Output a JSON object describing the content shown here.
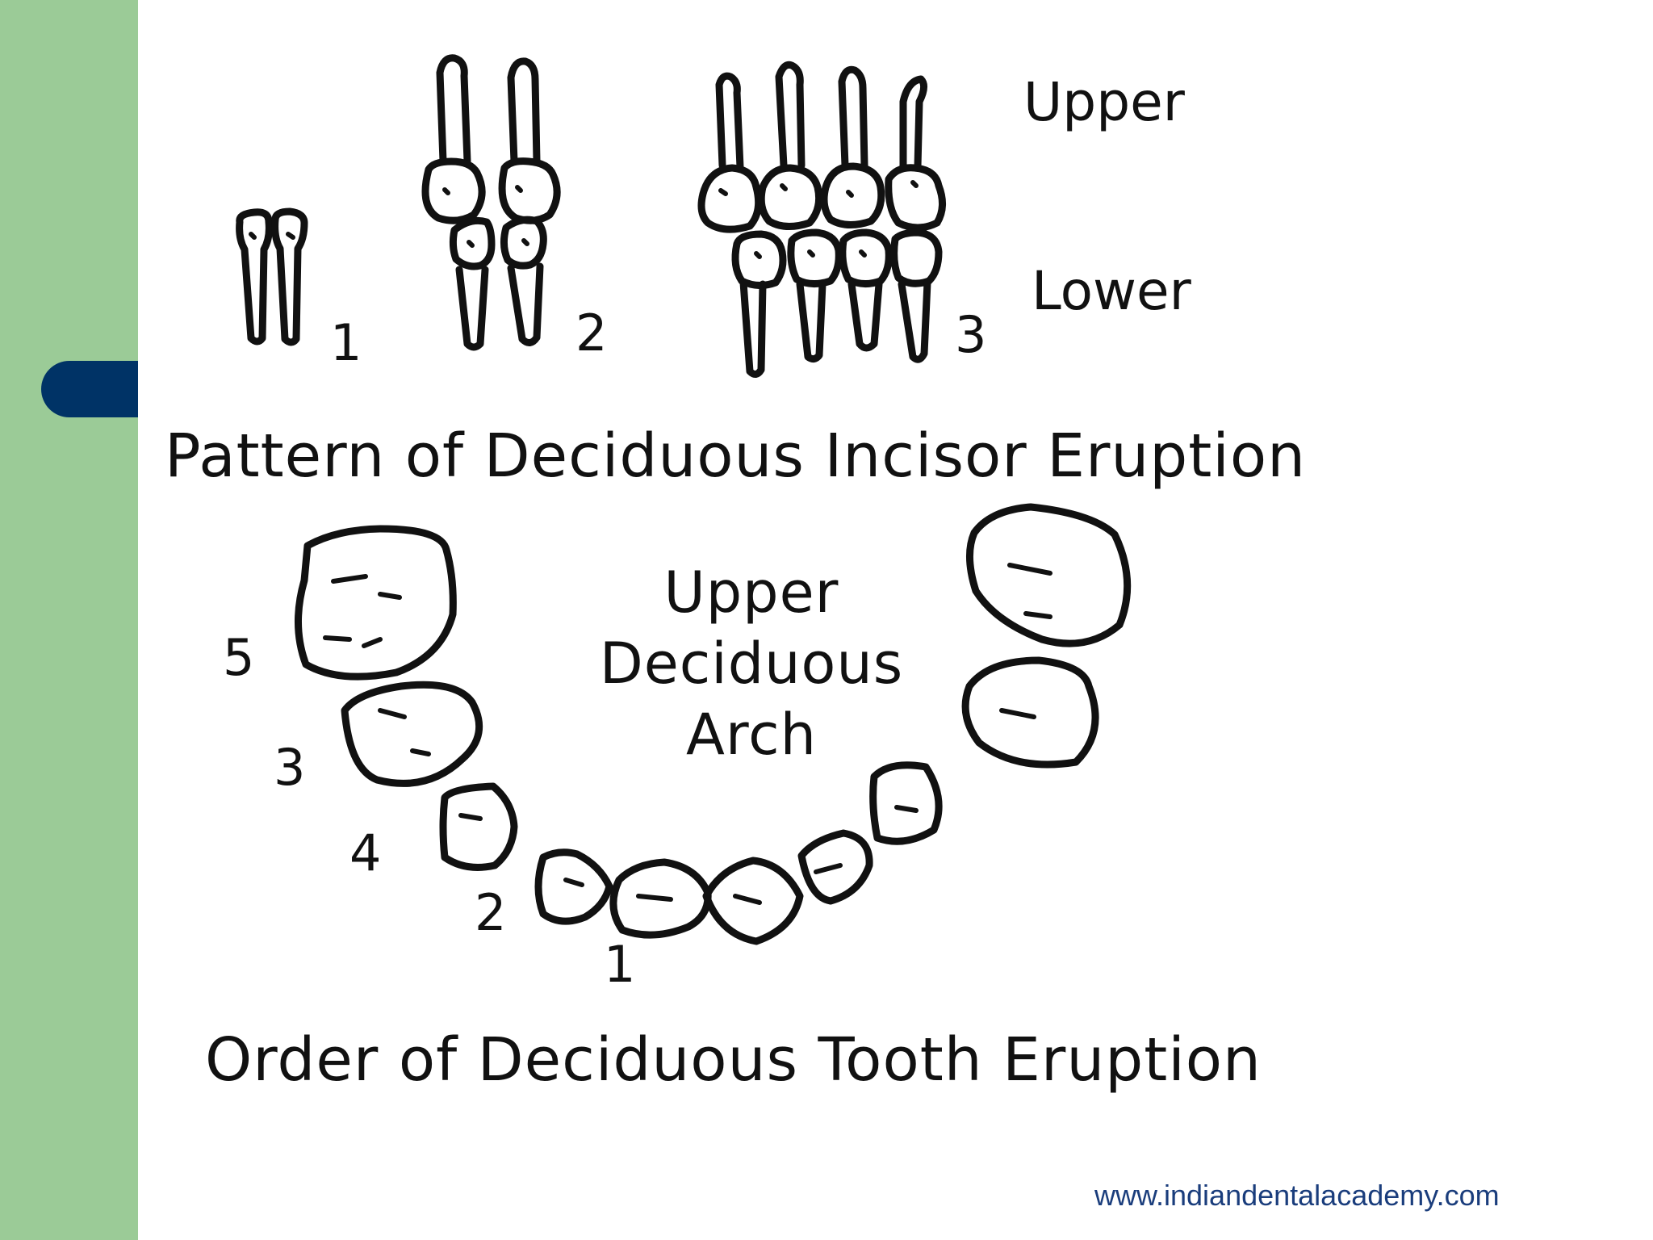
{
  "incisor_figure": {
    "stage_labels": [
      "1",
      "2",
      "3"
    ],
    "upper_label": "Upper",
    "lower_label": "Lower",
    "caption": "Pattern of Deciduous Incisor Eruption"
  },
  "arch_figure": {
    "title_lines": [
      "Upper",
      "Deciduous",
      "Arch"
    ],
    "order_labels": [
      "5",
      "3",
      "4",
      "2",
      "1"
    ],
    "caption": "Order of Deciduous Tooth Eruption"
  },
  "footer": {
    "url": "www.indiandentalacademy.com"
  },
  "colors": {
    "sidebar": "#9bcb97",
    "tab": "#003366",
    "ink": "#111111",
    "url": "#1a3d7c"
  }
}
